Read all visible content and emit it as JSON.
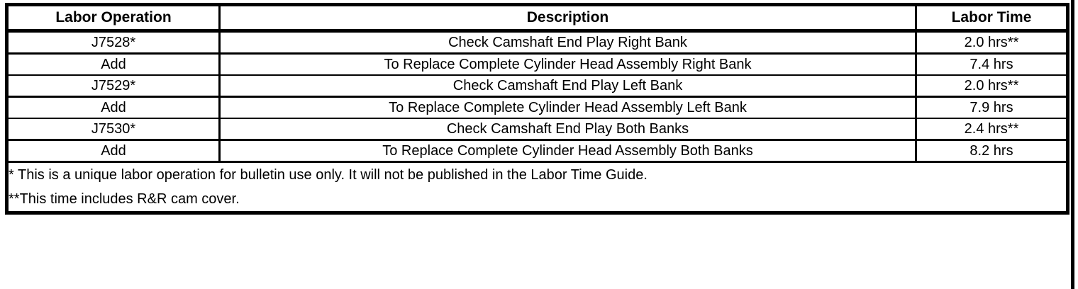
{
  "table": {
    "columns": [
      {
        "key": "labor_operation",
        "header": "Labor Operation",
        "align": "center"
      },
      {
        "key": "description",
        "header": "Description",
        "align": "center"
      },
      {
        "key": "labor_time",
        "header": "Labor Time",
        "align": "center"
      }
    ],
    "rows": [
      {
        "labor_operation": "J7528*",
        "description": "Check Camshaft End Play Right Bank",
        "labor_time": "2.0 hrs**"
      },
      {
        "labor_operation": "Add",
        "description": "To Replace Complete Cylinder Head Assembly Right Bank",
        "labor_time": "7.4 hrs"
      },
      {
        "labor_operation": "J7529*",
        "description": "Check Camshaft End Play Left Bank",
        "labor_time": "2.0 hrs**"
      },
      {
        "labor_operation": "Add",
        "description": "To Replace Complete Cylinder Head Assembly Left Bank",
        "labor_time": "7.9 hrs"
      },
      {
        "labor_operation": "J7530*",
        "description": "Check Camshaft End Play Both Banks",
        "labor_time": "2.4 hrs**"
      },
      {
        "labor_operation": "Add",
        "description": "To Replace Complete Cylinder Head Assembly Both Banks",
        "labor_time": "8.2 hrs"
      }
    ],
    "footnotes": [
      "* This is a unique labor operation for bulletin use only. It will not be published in the Labor Time Guide.",
      "**This time includes R&R cam cover."
    ]
  },
  "colors": {
    "border": "#000000",
    "text": "#000000",
    "background": "#FFFFFF"
  }
}
